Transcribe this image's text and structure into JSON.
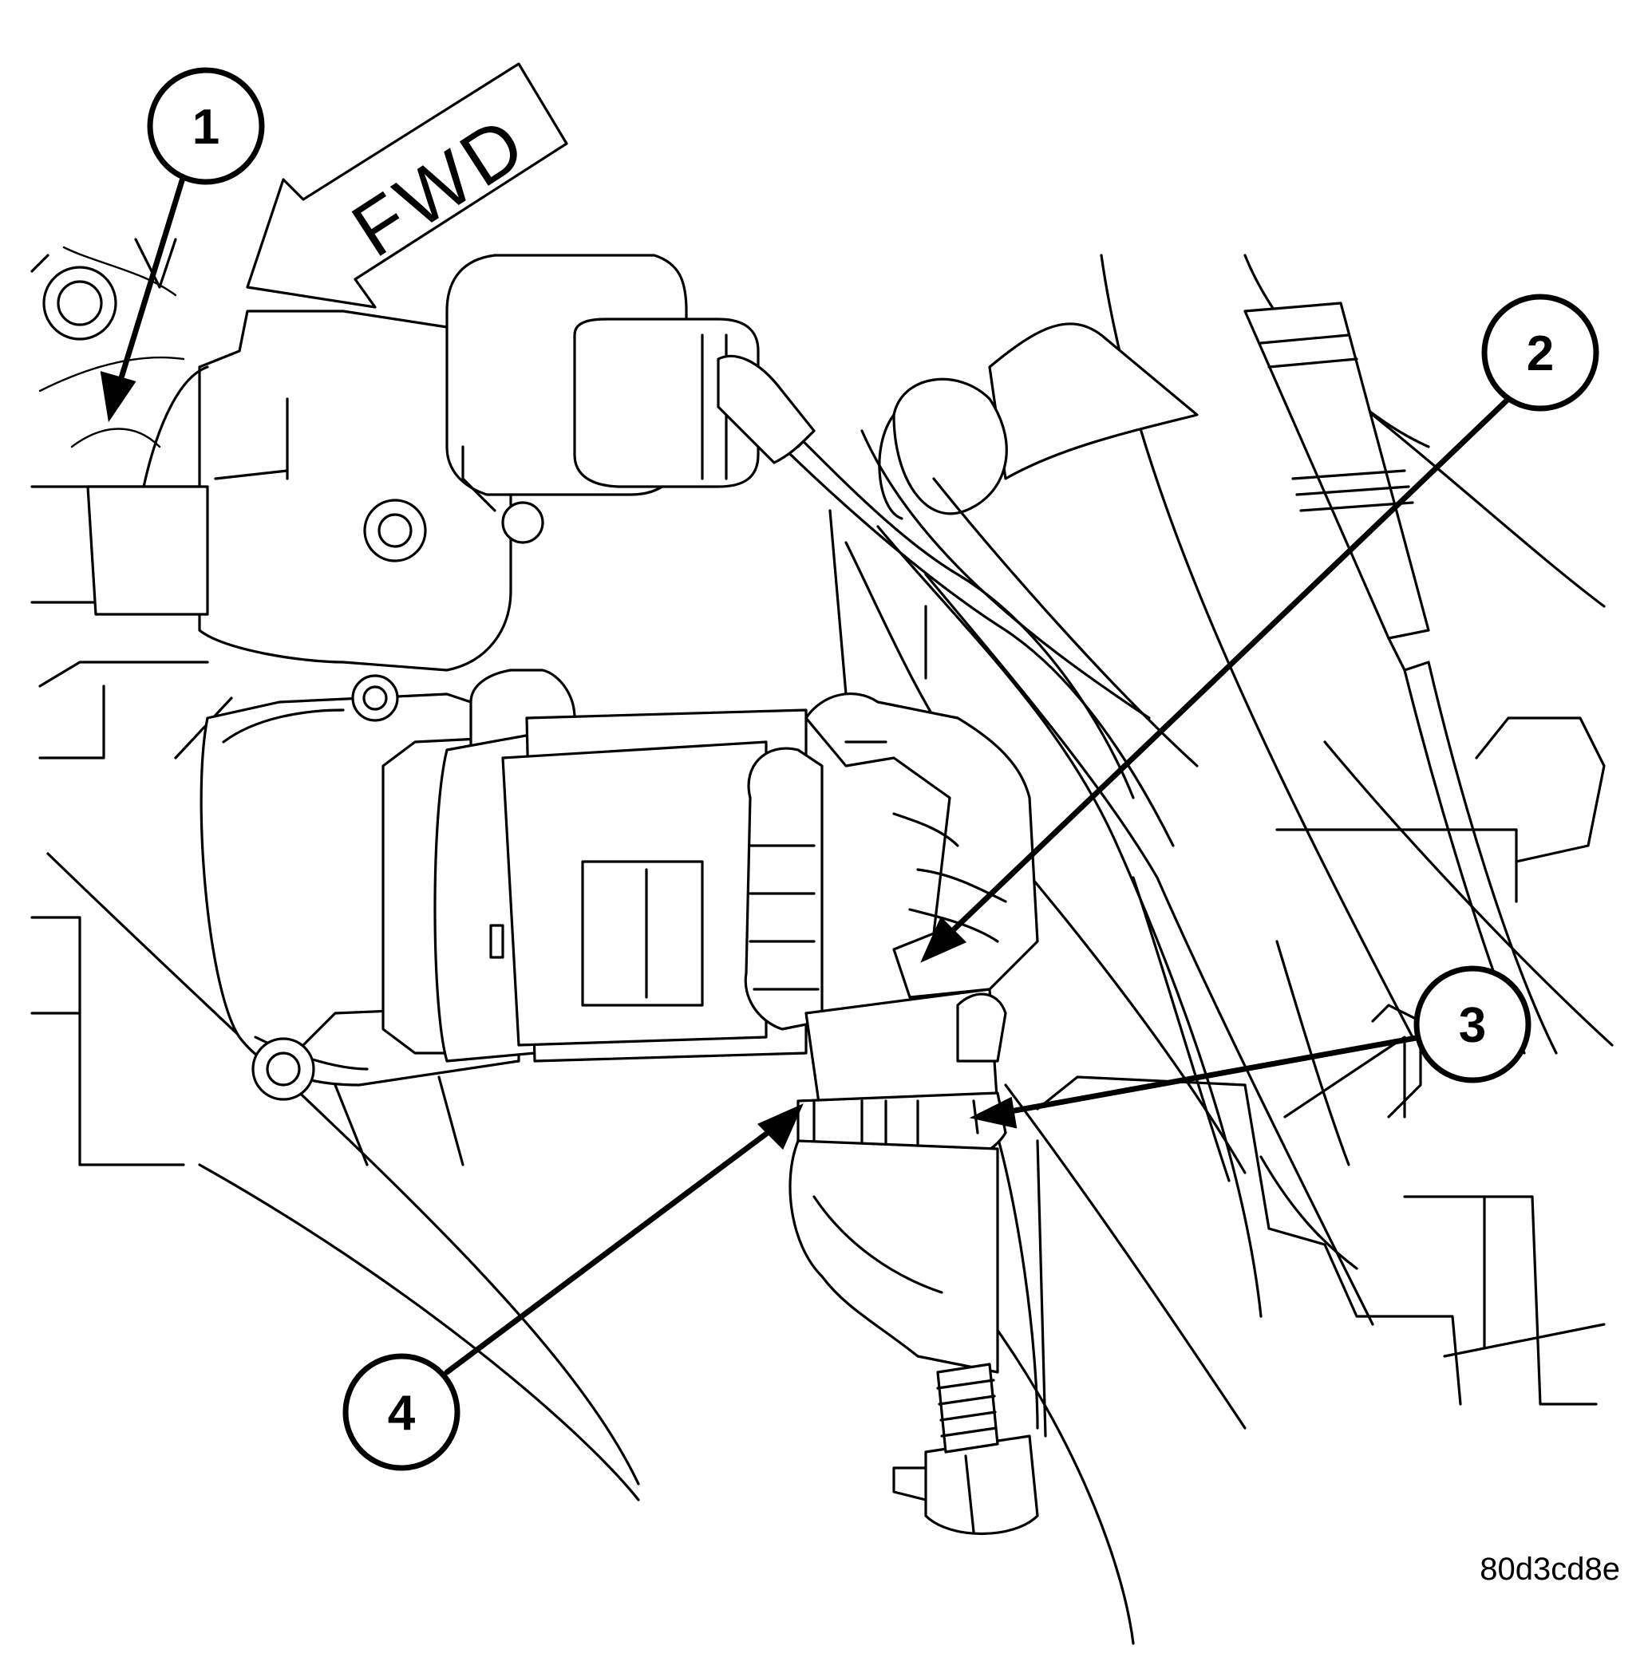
{
  "diagram": {
    "direction_label": "FWD",
    "figure_id": "80d3cd8e",
    "callouts": [
      {
        "number": "1"
      },
      {
        "number": "2"
      },
      {
        "number": "3"
      },
      {
        "number": "4"
      }
    ]
  }
}
